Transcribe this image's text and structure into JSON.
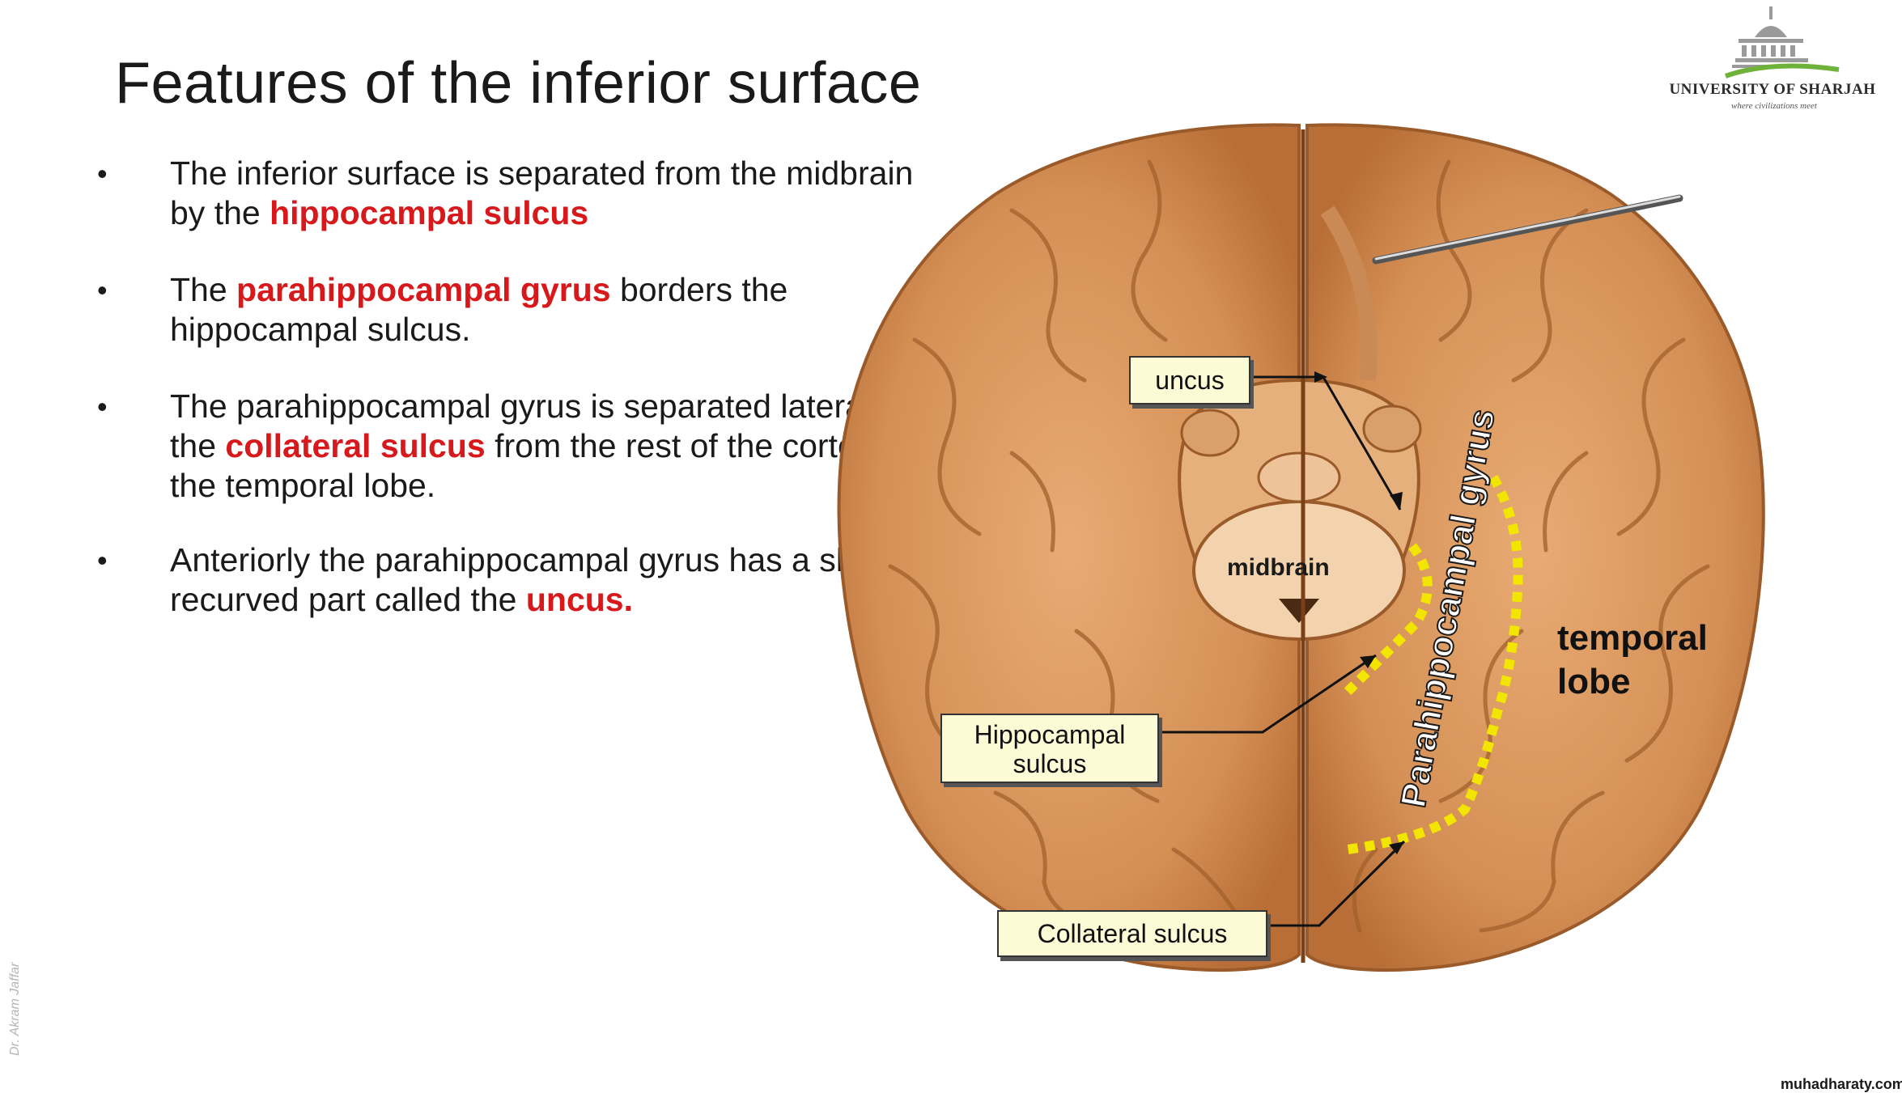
{
  "slide": {
    "title": "Features of the inferior surface"
  },
  "logo": {
    "name": "UNIVERSITY OF SHARJAH",
    "tagline": "where civilizations meet"
  },
  "bullets": [
    {
      "parts": [
        "The inferior surface is separated from the midbrain by the ",
        "hippocampal sulcus",
        ""
      ]
    },
    {
      "parts": [
        "The ",
        "parahippocampal gyrus",
        " borders the hippocampal sulcus."
      ]
    },
    {
      "parts": [
        "The parahippocampal gyrus is separated laterally by the ",
        "collateral sulcus",
        " from the rest of the cortex of the temporal lobe."
      ]
    },
    {
      "parts": [
        "Anteriorly the parahippocampal gyrus has a short recurved part called the ",
        "uncus.",
        ""
      ]
    }
  ],
  "figure": {
    "labels": {
      "uncus": "uncus",
      "midbrain": "midbrain",
      "hippocampal_sulcus": "Hippocampal sulcus",
      "parahippocampal_gyrus": "Parahippocampal gyrus",
      "temporal_lobe": "temporal lobe",
      "collateral_sulcus": "Collateral sulcus"
    }
  },
  "footer": {
    "watermark": "muhadharaty.com",
    "credit": "Dr. Akram Jaffar"
  },
  "colors": {
    "highlight": "#d7191c",
    "label_box_bg": "#fdfbd6",
    "dotted_line": "#f2e600",
    "brain": "#d9955c"
  }
}
